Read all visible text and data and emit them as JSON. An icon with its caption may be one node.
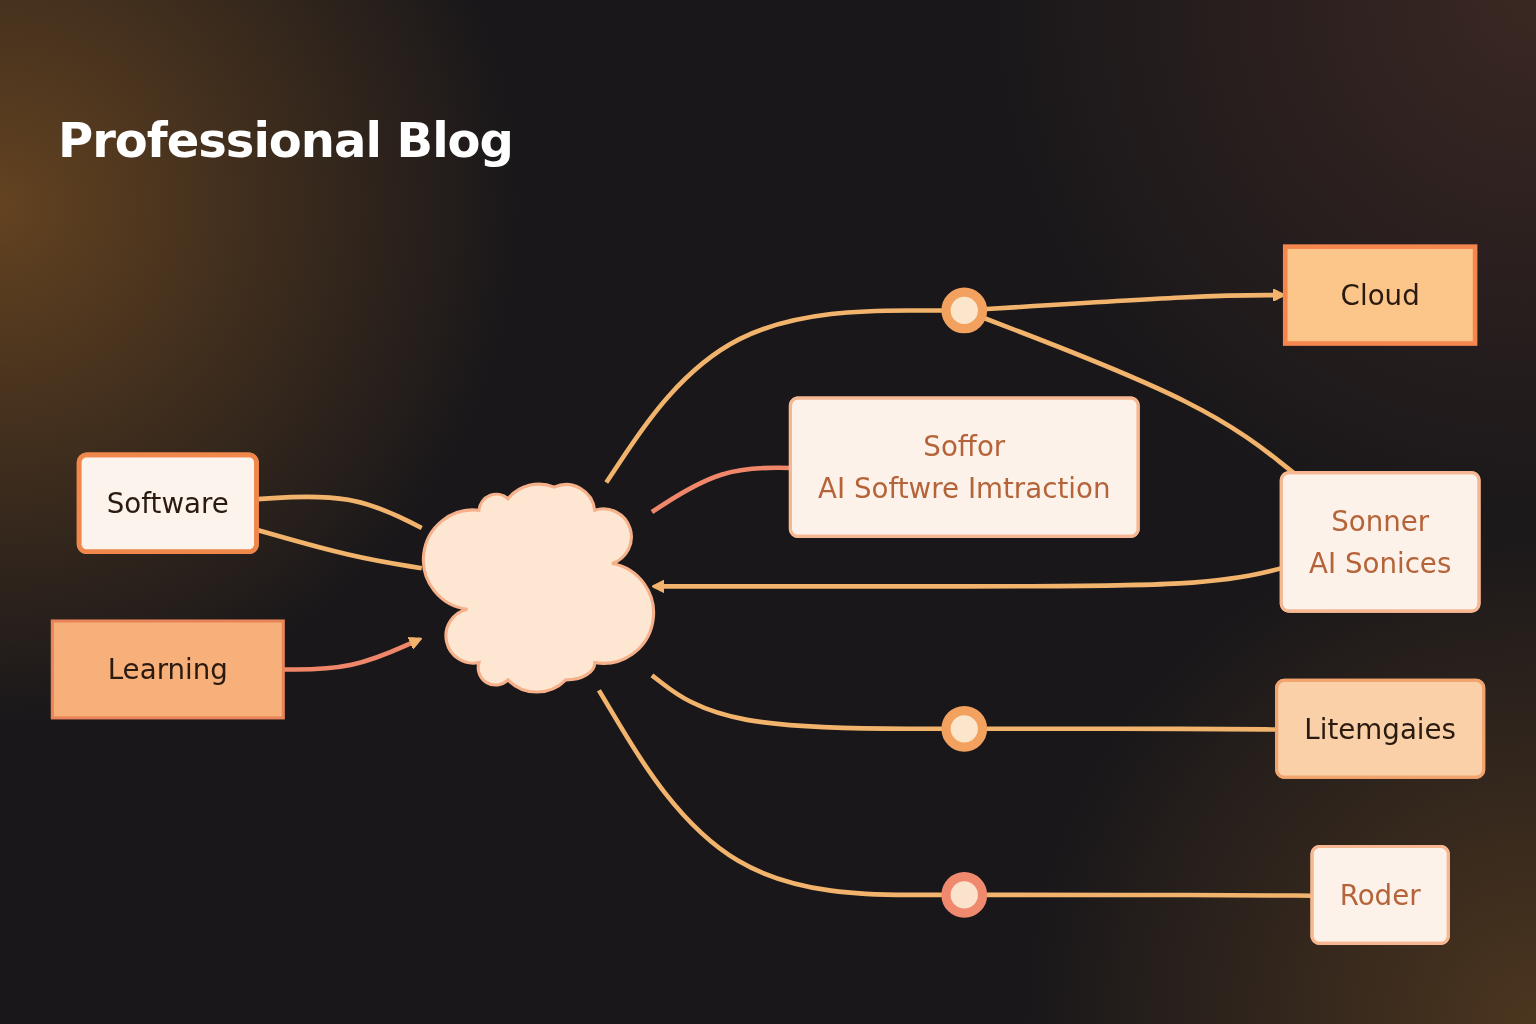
{
  "diagram": {
    "title": "Professional Blog",
    "nodes": [
      {
        "text": [],
        "shape": "cloud"
      },
      {
        "text": [
          "Cloud"
        ]
      },
      {
        "text": [],
        "shape": "circle"
      },
      {
        "text": [
          "Software"
        ]
      },
      {
        "text": [
          "Soffor",
          "AI Softwre Imtraction"
        ]
      },
      {
        "text": [],
        "shape": "circle"
      },
      {
        "text": [
          "Sonner",
          "AI Sonices"
        ]
      },
      {
        "text": [],
        "shape": "circle"
      },
      {
        "text": [
          "Roder"
        ]
      },
      {
        "text": [
          "Learning"
        ]
      },
      {
        "text": [
          "Litemgaies"
        ]
      }
    ],
    "edges": [
      {
        "from": 0,
        "to": 2,
        "arrow": "none"
      },
      {
        "from": 2,
        "to": 1,
        "arrow": "to"
      },
      {
        "from": 2,
        "to": 6,
        "arrow": "none"
      },
      {
        "from": 3,
        "to": 0,
        "arrow": "none"
      },
      {
        "from": 3,
        "to": 0,
        "arrow": "none"
      },
      {
        "from": 0,
        "to": 4,
        "arrow": "none",
        "color": "#f0876a"
      },
      {
        "from": 0,
        "to": 5,
        "arrow": "none"
      },
      {
        "from": 5,
        "to": 10,
        "arrow": "none"
      },
      {
        "from": 6,
        "to": 0,
        "arrow": "to"
      },
      {
        "from": 0,
        "to": 7,
        "arrow": "none"
      },
      {
        "from": 7,
        "to": 8,
        "arrow": "none"
      },
      {
        "from": 9,
        "to": 0,
        "arrow": "to",
        "color": "#f0876a"
      }
    ]
  }
}
